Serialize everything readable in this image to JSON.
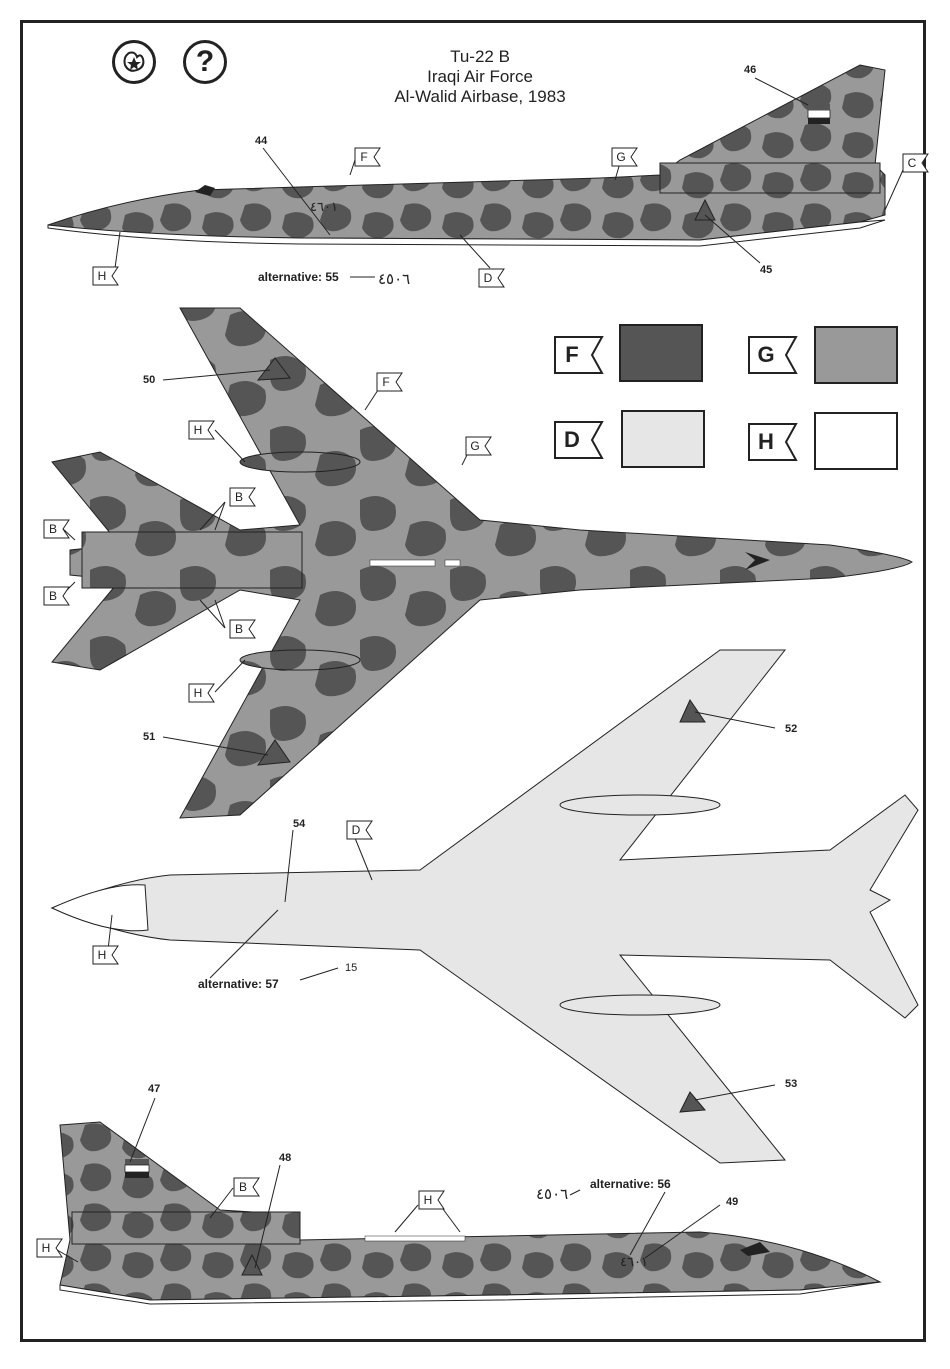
{
  "title": {
    "line1": "Tu-22 B",
    "line2": "Iraqi Air Force",
    "line3": "Al-Walid Airbase, 1983"
  },
  "icons": {
    "unit_emblem": "unit-emblem-icon",
    "unknown": "?"
  },
  "colors": {
    "F": "#555555",
    "G": "#999999",
    "D": "#e6e6e6",
    "H": "#ffffff"
  },
  "legend": [
    {
      "code": "F"
    },
    {
      "code": "G"
    },
    {
      "code": "D"
    },
    {
      "code": "H"
    }
  ],
  "callouts": {
    "n44": "44",
    "n45": "45",
    "n46": "46",
    "n47": "47",
    "n48": "48",
    "n49": "49",
    "n50": "50",
    "n51": "51",
    "n52": "52",
    "n53": "53",
    "n54": "54",
    "n15": "15"
  },
  "alternatives": {
    "a55": "alternative: 55",
    "a56": "alternative: 56",
    "a57": "alternative: 57"
  },
  "serials": {
    "s1": "٤٥٠٦",
    "s2": "٤٦٠١",
    "s3": "٤٥٠٦",
    "s4": "٤٦٠١"
  },
  "flags": {
    "f1": "F",
    "g1": "G",
    "c1": "C",
    "h1": "H",
    "d1": "D",
    "f2": "F",
    "g2": "G",
    "h2": "H",
    "h3": "H",
    "b1": "B",
    "b2": "B",
    "b3": "B",
    "b4": "B",
    "d2": "D",
    "h4": "H",
    "b5": "B",
    "h5": "H",
    "h6": "H"
  }
}
